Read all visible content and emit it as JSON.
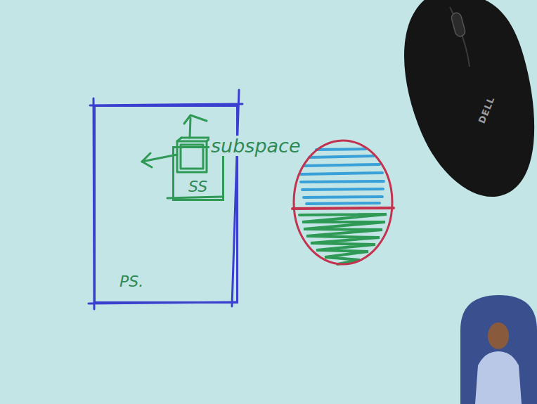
{
  "diagram": {
    "nodes": [
      {
        "text": [
          "PS."
        ]
      },
      {
        "text": [
          "SS"
        ],
        "in": 0
      }
    ],
    "labels": [
      "subspace",
      "DELL"
    ]
  }
}
